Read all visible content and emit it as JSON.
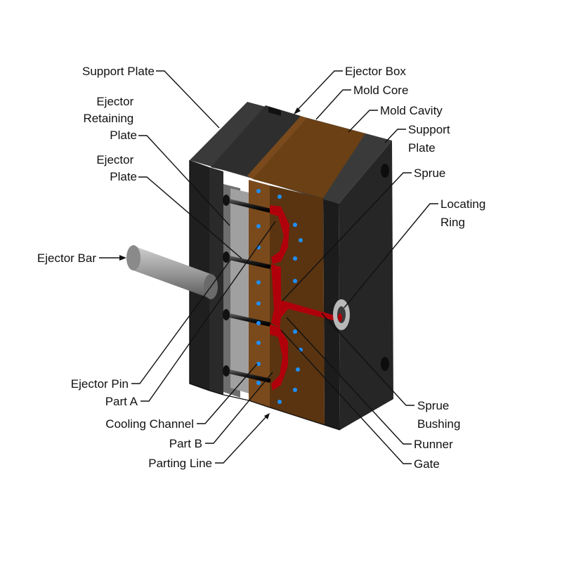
{
  "colors": {
    "steel_dark": "#1a1a1a",
    "steel_mid": "#2b2b2b",
    "steel_light": "#4a4a4a",
    "plate_gray": "#8a8a8a",
    "mold_brown": "#5a3410",
    "mold_brown_light": "#7a4a1c",
    "part_red": "#b0000a",
    "cooling_blue": "#1e90ff",
    "bar_gray": "#9a9a9a"
  },
  "labels": {
    "support_plate_left": "Support Plate",
    "ejector_retaining_plate": [
      "Ejector",
      "Retaining",
      "Plate"
    ],
    "ejector_plate": [
      "Ejector",
      "Plate"
    ],
    "ejector_bar": "Ejector Bar",
    "ejector_pin": "Ejector Pin",
    "part_a": "Part A",
    "cooling_channel": "Cooling Channel",
    "part_b": "Part B",
    "parting_line": "Parting Line",
    "ejector_box": "Ejector Box",
    "mold_core": "Mold Core",
    "mold_cavity": "Mold Cavity",
    "support_plate_right": [
      "Support",
      "Plate"
    ],
    "sprue": "Sprue",
    "locating_ring": [
      "Locating",
      "Ring"
    ],
    "sprue_bushing": [
      "Sprue",
      "Bushing"
    ],
    "runner": "Runner",
    "gate": "Gate"
  }
}
